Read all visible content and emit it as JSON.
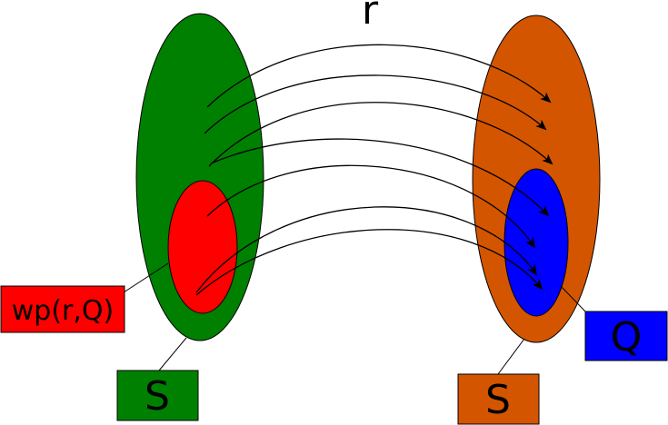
{
  "relation_label": "r",
  "left_set": {
    "label": "S",
    "color": "#008000"
  },
  "right_set": {
    "label": "S",
    "color": "#d45500"
  },
  "precondition": {
    "label": "wp(r,Q)",
    "color": "#ff0000"
  },
  "postcondition": {
    "label": "Q",
    "color": "#0000ff"
  },
  "stroke_color": "#000000",
  "arrow_count": 7
}
